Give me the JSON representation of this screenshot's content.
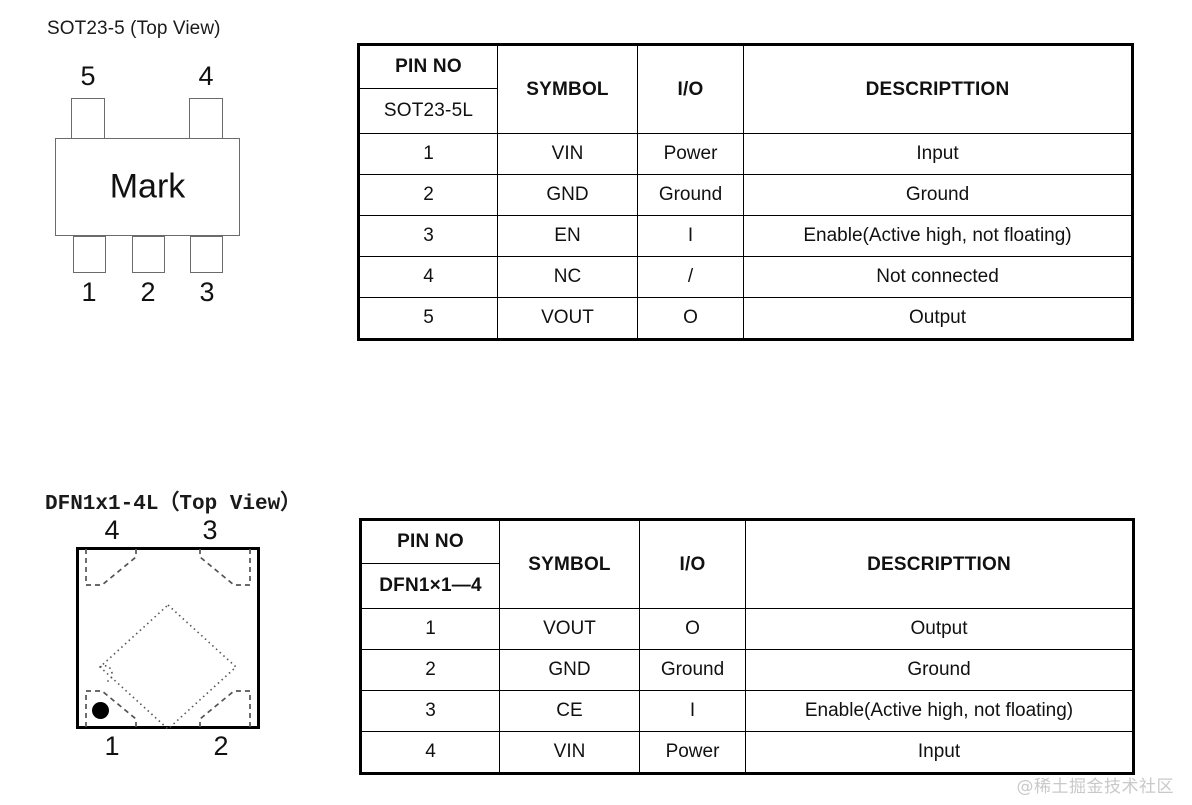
{
  "packages": [
    {
      "id": "sot23-5",
      "title": "SOT23-5 (Top View)",
      "body_mark": "Mark",
      "pin_labels_top": [
        "5",
        "4"
      ],
      "pin_labels_bottom": [
        "1",
        "2",
        "3"
      ]
    },
    {
      "id": "dfn1x1-4l",
      "title": "DFN1x1-4L（Top View）",
      "pin_labels_top": [
        "4",
        "3"
      ],
      "pin_labels_bottom": [
        "1",
        "2"
      ],
      "pin1_marker": "dot"
    }
  ],
  "tables": [
    {
      "id": "sot23-5-pin-table",
      "headers": {
        "pin_no": "PIN NO",
        "pin_no_sub": "SOT23-5L",
        "symbol": "SYMBOL",
        "io": "I/O",
        "description": "DESCRIPTTION"
      },
      "rows": [
        {
          "pin": "1",
          "symbol": "VIN",
          "io": "Power",
          "description": "Input"
        },
        {
          "pin": "2",
          "symbol": "GND",
          "io": "Ground",
          "description": "Ground"
        },
        {
          "pin": "3",
          "symbol": "EN",
          "io": "I",
          "description": "Enable(Active high, not floating)"
        },
        {
          "pin": "4",
          "symbol": "NC",
          "io": "/",
          "description": "Not connected"
        },
        {
          "pin": "5",
          "symbol": "VOUT",
          "io": "O",
          "description": "Output"
        }
      ]
    },
    {
      "id": "dfn1x1-4-pin-table",
      "headers": {
        "pin_no": "PIN NO",
        "pin_no_sub": "DFN1×1—4",
        "symbol": "SYMBOL",
        "io": "I/O",
        "description": "DESCRIPTTION"
      },
      "rows": [
        {
          "pin": "1",
          "symbol": "VOUT",
          "io": "O",
          "description": "Output"
        },
        {
          "pin": "2",
          "symbol": "GND",
          "io": "Ground",
          "description": "Ground"
        },
        {
          "pin": "3",
          "symbol": "CE",
          "io": "I",
          "description": "Enable(Active high, not floating)"
        },
        {
          "pin": "4",
          "symbol": "VIN",
          "io": "Power",
          "description": "Input"
        }
      ]
    }
  ],
  "watermark": "@稀土掘金技术社区",
  "colors": {
    "table_border": "#000000",
    "package_outline": "#6b6b6b",
    "dfn_outline": "#000000",
    "text": "#111111",
    "watermark": "#c9c9c9"
  }
}
